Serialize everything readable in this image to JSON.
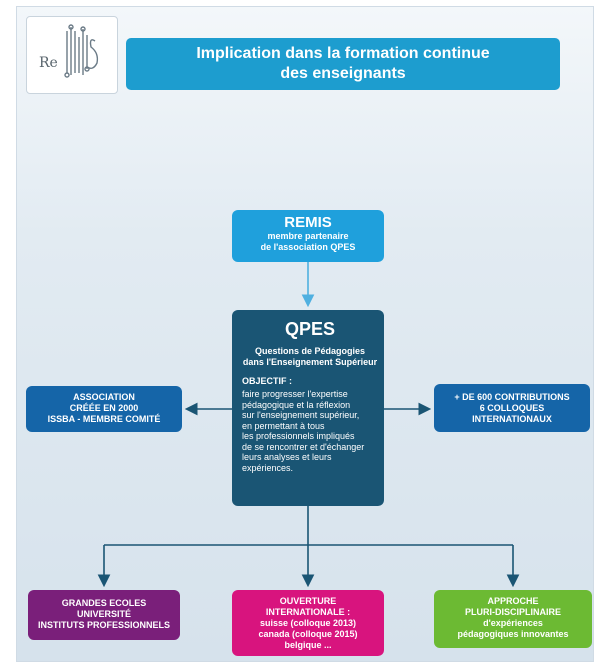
{
  "header": {
    "title_line1": "Implication dans la formation continue",
    "title_line2": "des enseignants"
  },
  "logo": {
    "text": "Re"
  },
  "remis": {
    "title": "REMIS",
    "line1": "membre partenaire",
    "line2": "de l'association QPES"
  },
  "qpes": {
    "title": "QPES",
    "subtitle_line1": "Questions de Pédagogies",
    "subtitle_line2": "dans l'Enseignement Supérieur",
    "objective_label": "OBJECTIF :",
    "description_lines": [
      "faire progresser l'expertise",
      "pédagogique et la réflexion",
      "sur l'enseignement supérieur,",
      "en permettant à tous",
      "les professionnels impliqués",
      "de se rencontrer et d'échanger",
      "leurs analyses et leurs",
      "expériences."
    ]
  },
  "association": {
    "lines": [
      "ASSOCIATION",
      "CRÉÉE EN 2000",
      "ISSBA - MEMBRE COMITÉ"
    ]
  },
  "contributions": {
    "lines": [
      "+ DE 600 CONTRIBUTIONS",
      "6 COLLOQUES",
      "INTERNATIONAUX"
    ]
  },
  "grandes_ecoles": {
    "lines": [
      "GRANDES ECOLES",
      "UNIVERSITÉ",
      "INSTITUTS PROFESSIONNELS"
    ]
  },
  "ouverture": {
    "lines": [
      "OUVERTURE",
      "INTERNATIONALE :",
      "suisse (colloque 2013)",
      "canada (colloque 2015)",
      "belgique ..."
    ]
  },
  "approche": {
    "lines": [
      "APPROCHE",
      "PLURI-DISCIPLINAIRE",
      "d'expériences",
      "pédagogiques innovantes"
    ]
  },
  "colors": {
    "header": "#1d9dcf",
    "remis": "#1fa0dc",
    "qpes": "#1a5574",
    "side_boxes": "#1565a8",
    "grandes_ecoles": "#7a1f7a",
    "ouverture": "#d8147e",
    "approche": "#6cba33",
    "arrow_light": "#4fb0e0",
    "arrow_dark": "#1a5574"
  }
}
